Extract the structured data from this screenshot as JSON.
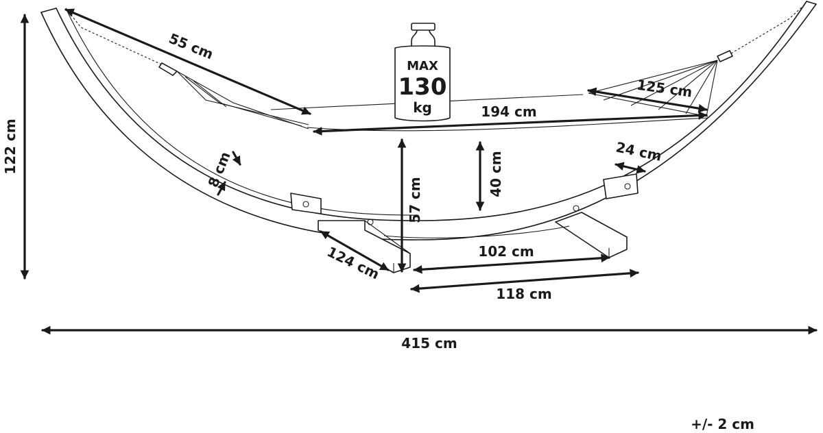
{
  "labels": {
    "width_total": "415 cm",
    "height_total": "122 cm",
    "hammock_length": "194 cm",
    "spreader_left": "55 cm",
    "spreader_right": "125 cm",
    "beam_width_end": "24 cm",
    "beam_thickness": "8 cm",
    "clearance_frame": "57 cm",
    "clearance_hammock": "40 cm",
    "foot_length": "124 cm",
    "base_inner": "102 cm",
    "base_outer": "118 cm",
    "tolerance": "+/- 2 cm"
  },
  "weight_badge": {
    "line1": "MAX",
    "line2": "130",
    "line3": "kg"
  }
}
